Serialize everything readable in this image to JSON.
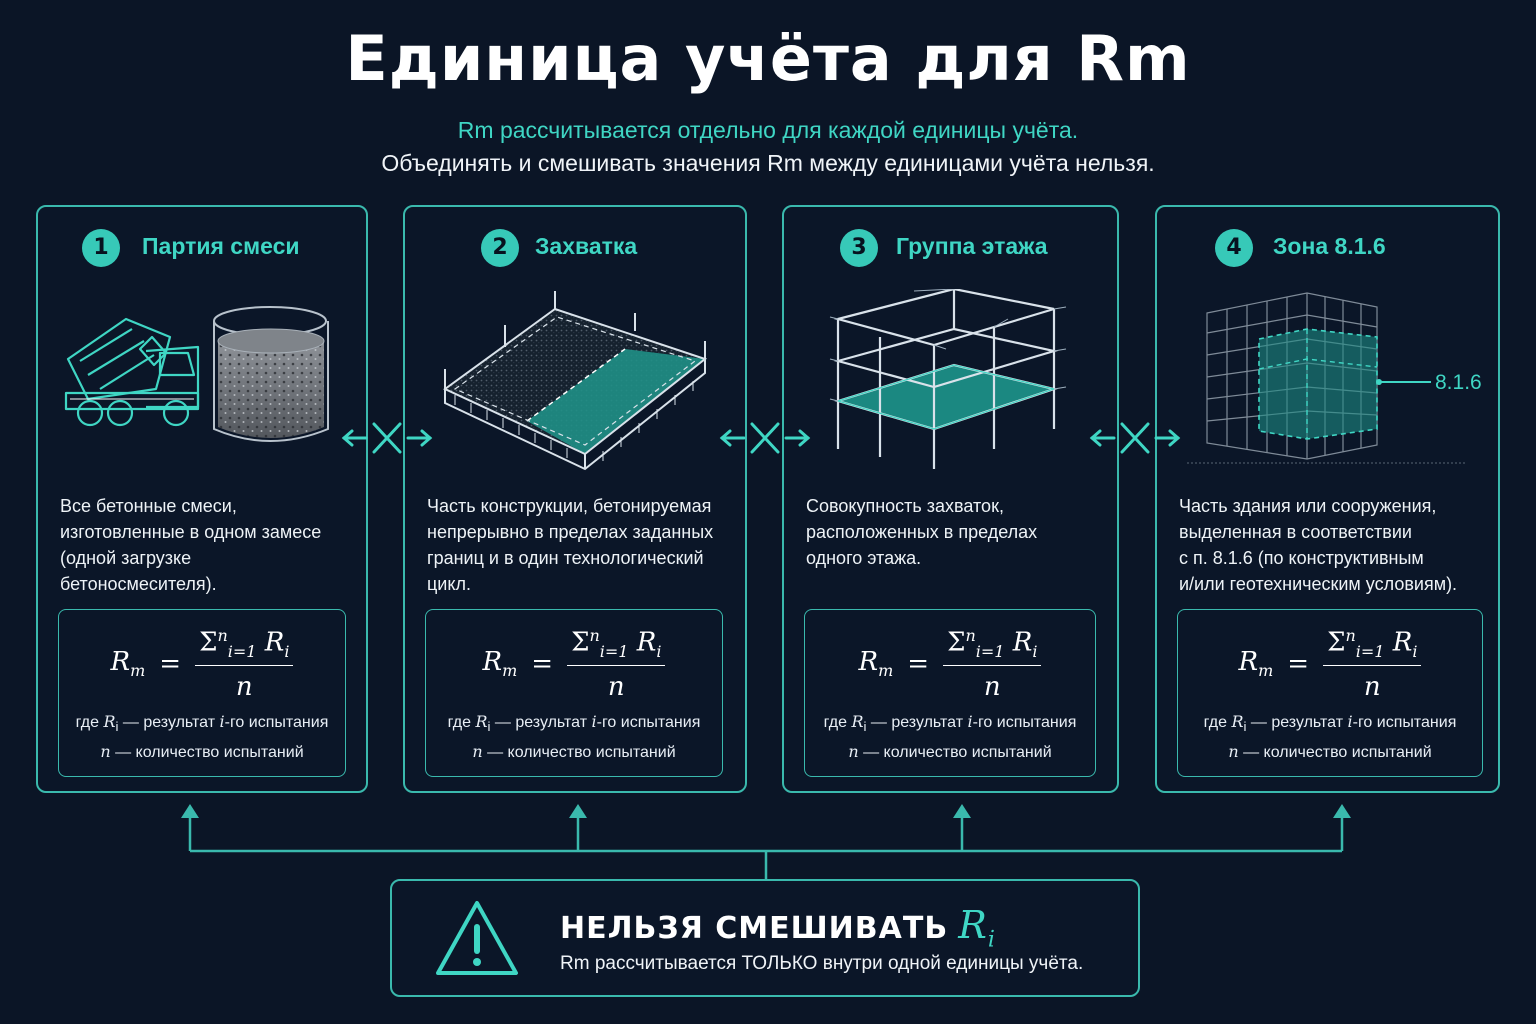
{
  "title": "Единица учёта для Rm",
  "subtitle_accent": "Rm рассчитывается отдельно для каждой единицы учёта.",
  "subtitle": "Объединять и смешивать значения Rm между единицами учёта нельзя.",
  "formula": {
    "lhs_symbol": "R",
    "lhs_index": "m",
    "equals": "=",
    "sum_symbol": "Σ",
    "sum_upper": "n",
    "sum_lower": "i=1",
    "term_symbol": "R",
    "term_index": "i",
    "denominator": "n",
    "line1_prefix": "где",
    "line1_symbol": "R",
    "line1_index": "i",
    "line1_mid": " — результат ",
    "line1_var": "i",
    "line1_suffix": "-го испытания",
    "line2_symbol": "n",
    "line2_text": " — количество испытаний"
  },
  "cards": [
    {
      "number": "1",
      "title": "Партия смеси",
      "desc_lines": [
        "Все бетонные смеси,",
        "изготовленные в одном замесе",
        "(одной загрузке бетоносмесителя)."
      ],
      "icon": "mixer-truck-and-concrete-icon"
    },
    {
      "number": "2",
      "title": "Захватка",
      "desc_lines": [
        "Часть конструкции, бетонируемая",
        "непрерывно в пределах заданных",
        "границ и в один технологический",
        "цикл."
      ],
      "icon": "slab-section-icon"
    },
    {
      "number": "3",
      "title": "Группа этажа",
      "desc_lines": [
        "Совокупность захваток,",
        "расположенных в пределах",
        "одного этажа."
      ],
      "icon": "floor-frame-icon"
    },
    {
      "number": "4",
      "title": "Зона 8.1.6",
      "desc_lines": [
        "Часть здания или сооружения,",
        "выделенная в соответствии",
        "с п. 8.1.6 (по конструктивным",
        "и/или геотехническим условиям)."
      ],
      "icon": "building-zone-icon",
      "zone_label": "8.1.6"
    }
  ],
  "separator_icon": "no-mixing-x-icon",
  "warning": {
    "title": "НЕЛЬЗЯ СМЕШИВАТЬ",
    "title_symbol": "R",
    "title_index": "i",
    "text": "Rm рассчитывается ТОЛЬКО внутри одной единицы учёта.",
    "icon": "warning-triangle-icon"
  },
  "colors": {
    "background": "#0b1526",
    "accent": "#3fd6c4",
    "border": "#3ab9ad",
    "text": "#f0f4f8"
  }
}
